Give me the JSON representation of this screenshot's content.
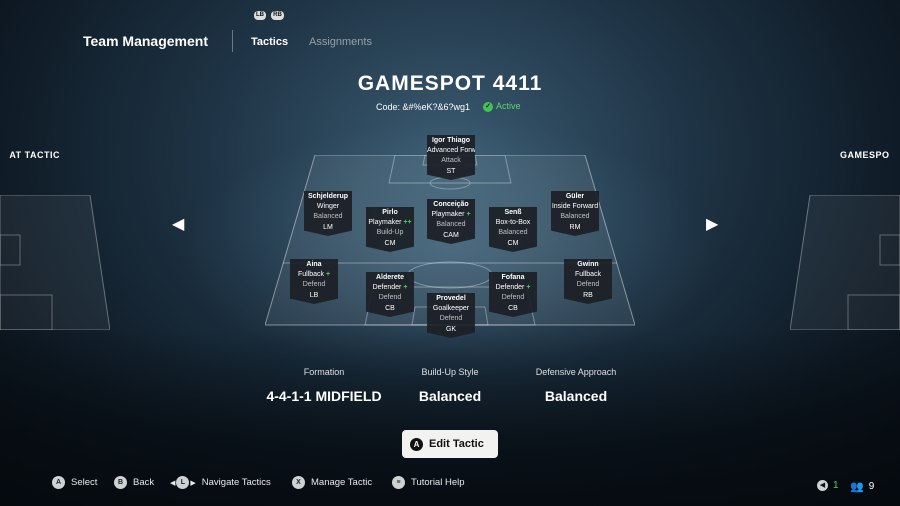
{
  "header": {
    "title": "Team Management",
    "tabs": [
      {
        "label": "Tactics",
        "active": true
      },
      {
        "label": "Assignments",
        "active": false
      }
    ],
    "bumper_left": "LB",
    "bumper_right": "RB"
  },
  "tactic": {
    "name": "GAMESPOT 4411",
    "code_label": "Code: &#%eK?&6?wg1",
    "status": "Active",
    "prev_label": "AT TACTIC",
    "next_label": "GAMESPO"
  },
  "players": [
    {
      "name": "Igor Thiago",
      "role": "Advanced Forward",
      "duty": "Attack",
      "pos": "ST",
      "plus": "+"
    },
    {
      "name": "Schjelderup",
      "role": "Winger",
      "duty": "Balanced",
      "pos": "LM",
      "plus": ""
    },
    {
      "name": "Pirlo",
      "role": "Playmaker",
      "duty": "Build-Up",
      "pos": "CM",
      "plus": "++"
    },
    {
      "name": "Conceição",
      "role": "Playmaker",
      "duty": "Balanced",
      "pos": "CAM",
      "plus": "+"
    },
    {
      "name": "Senß",
      "role": "Box-to-Box",
      "duty": "Balanced",
      "pos": "CM",
      "plus": ""
    },
    {
      "name": "Güler",
      "role": "Inside Forward",
      "duty": "Balanced",
      "pos": "RM",
      "plus": ""
    },
    {
      "name": "Aina",
      "role": "Fullback",
      "duty": "Defend",
      "pos": "LB",
      "plus": "+"
    },
    {
      "name": "Alderete",
      "role": "Defender",
      "duty": "Defend",
      "pos": "CB",
      "plus": "+"
    },
    {
      "name": "Provedel",
      "role": "Goalkeeper",
      "duty": "Defend",
      "pos": "GK",
      "plus": ""
    },
    {
      "name": "Fofana",
      "role": "Defender",
      "duty": "Defend",
      "pos": "CB",
      "plus": "+"
    },
    {
      "name": "Gwinn",
      "role": "Fullback",
      "duty": "Defend",
      "pos": "RB",
      "plus": ""
    }
  ],
  "stats": {
    "formation_label": "Formation",
    "formation_value": "4-4-1-1 MIDFIELD",
    "buildup_label": "Build-Up Style",
    "buildup_value": "Balanced",
    "defense_label": "Defensive Approach",
    "defense_value": "Balanced"
  },
  "edit_button": {
    "icon": "A",
    "label": "Edit Tactic"
  },
  "footer": {
    "select": {
      "icon": "A",
      "label": "Select"
    },
    "back": {
      "icon": "B",
      "label": "Back"
    },
    "navigate": {
      "icon": "L",
      "label": "Navigate Tactics"
    },
    "manage": {
      "icon": "X",
      "label": "Manage Tactic"
    },
    "tutorial": {
      "icon": "≡",
      "label": "Tutorial Help"
    },
    "notif_count": "1",
    "friends_count": "9"
  },
  "colors": {
    "accent_green": "#4cd062",
    "card_bg": "#1c2026"
  }
}
